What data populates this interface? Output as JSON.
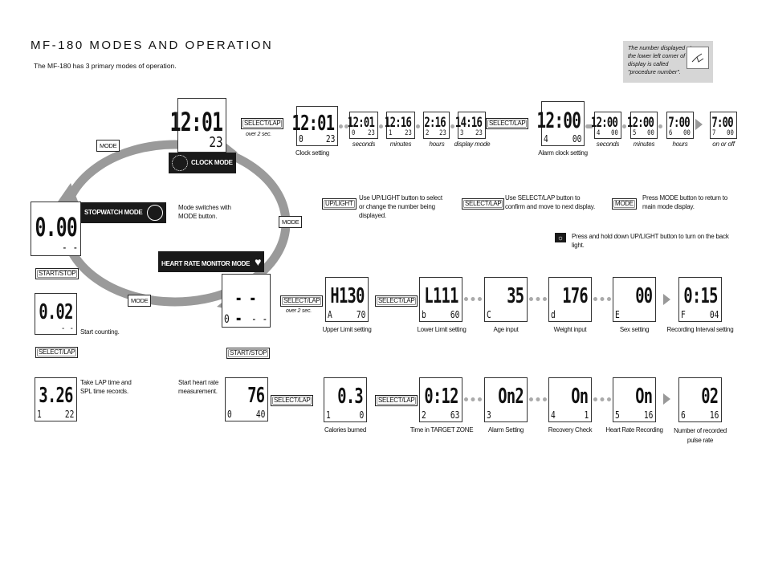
{
  "title": "MF-180 MODES AND OPERATION",
  "subtitle": "The MF-180 has 3 primary modes of operation.",
  "note": "The number displayed at the lower left corner of the display is called \"procedure number\".",
  "colors": {
    "ring": "#9a9a9a",
    "label_dark": "#1a1a1a",
    "note_bg": "#d6d6d6"
  },
  "modes": {
    "clock": "CLOCK MODE",
    "stopwatch": "STOPWATCH MODE",
    "heart": "HEART RATE MONITOR MODE",
    "mode_btn": "MODE",
    "mode_switch_text": "Mode switches with MODE button."
  },
  "buttons": {
    "select_lap": "SELECT/LAP",
    "start_stop": "START/STOP",
    "up_light": "UP/LIGHT",
    "mode": "MODE",
    "over_2_sec": "over 2 sec."
  },
  "legend": {
    "up_light": "Use UP/LIGHT button to select or change the number being displayed.",
    "select_lap": "Use SELECT/LAP button to confirm and move to next display.",
    "mode": "Press MODE button to return to main mode display.",
    "light": "Press and hold down UP/LIGHT button to turn on the back light."
  },
  "clock_row": {
    "main_display": {
      "main": "12:01",
      "sub": "23"
    },
    "clock_setting": {
      "main": "12:01",
      "sub": "0",
      "sub2": "23",
      "caption": "Clock setting"
    },
    "seconds": {
      "main": "12:01",
      "sub": "0",
      "sub2": "23",
      "caption": "seconds"
    },
    "minutes": {
      "main": "12:16",
      "sub": "1",
      "sub2": "23",
      "caption": "minutes"
    },
    "hours": {
      "main": "2:16",
      "sub": "2",
      "sub2": "23",
      "caption": "hours"
    },
    "display_mode": {
      "main": "14:16",
      "sub": "3",
      "sub2": "23",
      "caption": "display mode"
    },
    "alarm": {
      "main": "12:00",
      "sub": "4",
      "sub2": "00",
      "caption": "Alarm clock setting"
    },
    "a_seconds": {
      "main": "12:00",
      "sub": "4",
      "sub2": "00",
      "caption": "seconds"
    },
    "a_minutes": {
      "main": "12:00",
      "sub": "5",
      "sub2": "00",
      "caption": "minutes"
    },
    "a_hours": {
      "main": "7:00",
      "sub": "6",
      "sub2": "00",
      "caption": "hours"
    },
    "a_onoff": {
      "main": "7:00",
      "sub": "7",
      "sub2": "00",
      "caption": "on or off"
    }
  },
  "stopwatch": {
    "main": "0.00",
    "sub": "- -",
    "counting": {
      "main": "0.02",
      "sub": "- -",
      "text": "Start counting."
    },
    "lap": {
      "main": "3.26",
      "sub": "1",
      "sub2": "22",
      "text": "Take LAP time and SPL time records."
    }
  },
  "heart_row1": {
    "main": {
      "main": "- - -",
      "sub": "0",
      "sub2": "- -"
    },
    "upper": {
      "main": "H130",
      "sub": "A",
      "sub2": "70",
      "caption": "Upper Limit setting"
    },
    "lower": {
      "main": "L111",
      "sub": "b",
      "sub2": "60",
      "caption": "Lower Limit setting"
    },
    "age": {
      "main": "35",
      "sub": "C",
      "caption": "Age input"
    },
    "weight": {
      "main": "176",
      "sub": "d",
      "caption": "Weight input"
    },
    "sex": {
      "main": "00",
      "sub": "E",
      "caption": "Sex setting"
    },
    "interval": {
      "main": "0:15",
      "sub": "F",
      "sub2": "04",
      "caption": "Recording Interval setting"
    }
  },
  "heart_row2": {
    "start_text": "Start heart rate measurement.",
    "measure": {
      "main": "76",
      "sub": "0",
      "sub2": "40"
    },
    "calories": {
      "main": "0.3",
      "sub": "1",
      "sub2": "0",
      "caption": "Calories burned"
    },
    "zone": {
      "main": "0:12",
      "sub": "2",
      "sub2": "63",
      "caption": "Time in TARGET ZONE"
    },
    "alarm": {
      "main": "On2",
      "sub": "3",
      "caption": "Alarm Setting"
    },
    "recovery": {
      "main": "On",
      "sub": "4",
      "sub2": "1",
      "caption": "Recovery Check"
    },
    "recording": {
      "main": "On",
      "sub": "5",
      "sub2": "16",
      "caption": "Heart Rate Recording"
    },
    "records": {
      "main": "02",
      "sub": "6",
      "sub2": "16",
      "caption": "Number of recorded pulse rate"
    }
  }
}
